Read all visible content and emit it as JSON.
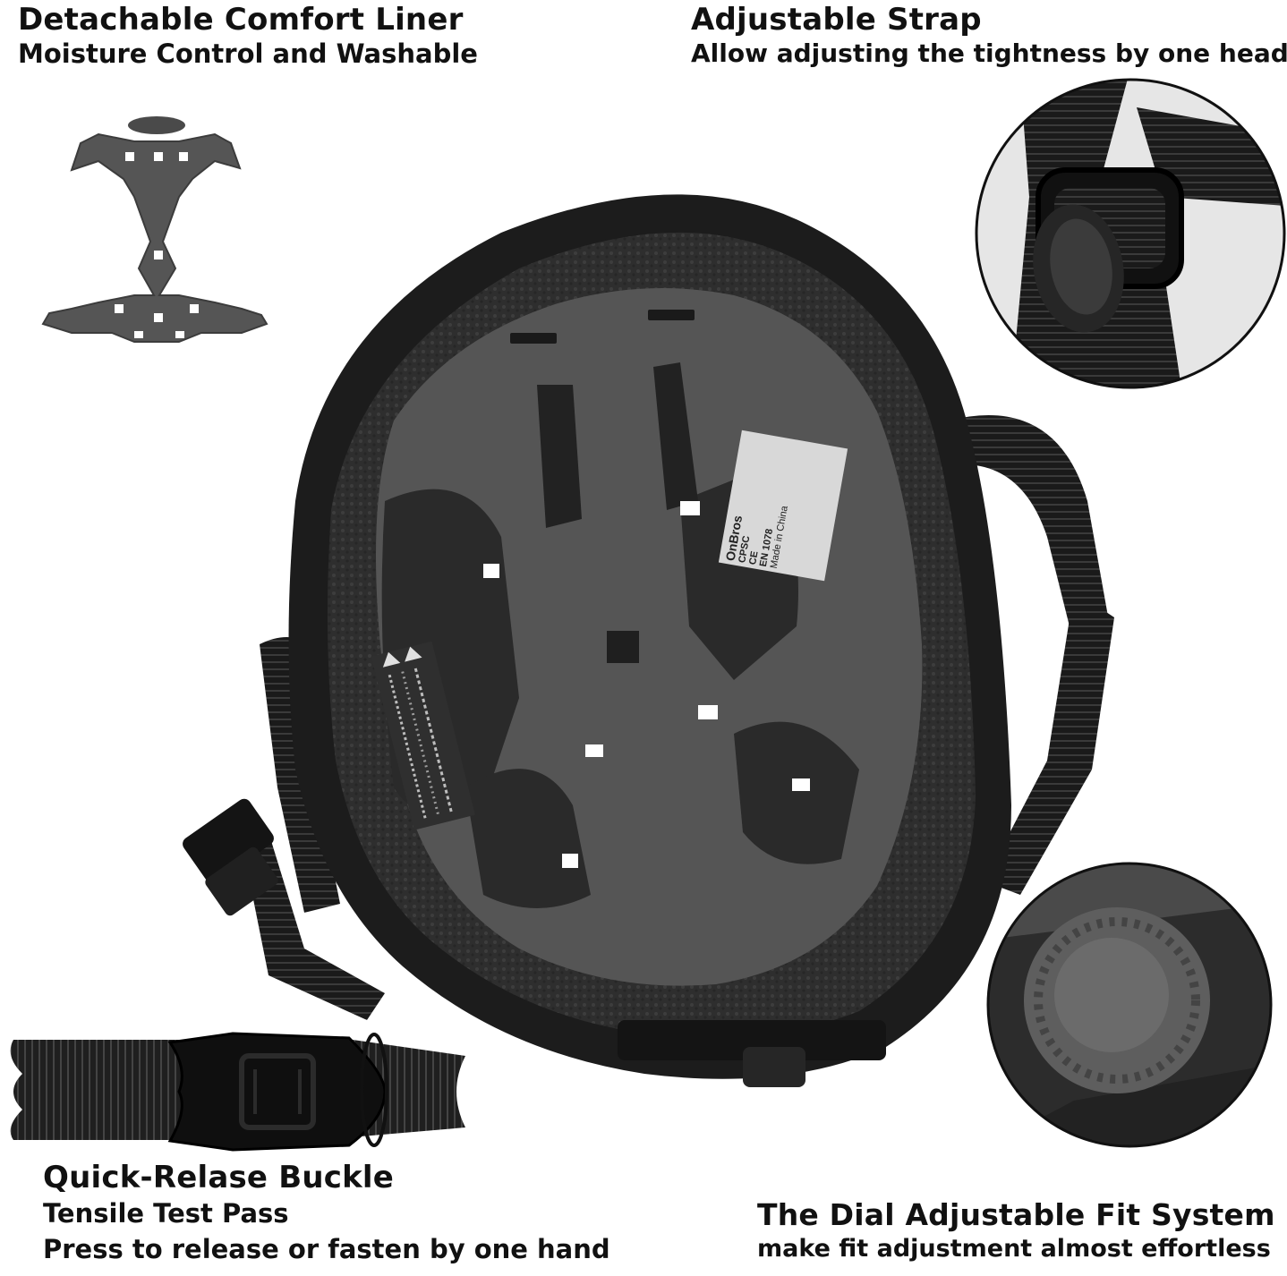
{
  "features": {
    "liner": {
      "title": "Detachable Comfort Liner",
      "subtitle": "Moisture Control and Washable"
    },
    "strap": {
      "title": "Adjustable Strap",
      "subtitle": "Allow adjusting the tightness by one head"
    },
    "buckle": {
      "title": "Quick-Relase Buckle",
      "line1": "Tensile Test Pass",
      "line2": "Press to release or fasten by one hand"
    },
    "dial": {
      "title": "The Dial Adjustable Fit System",
      "subtitle": "make fit adjustment almost effortless"
    }
  },
  "helmet_label": {
    "brand": "OnBros",
    "cert1": "CPSC",
    "cert2": "CE",
    "standard": "EN 1078",
    "origin": "Made in China"
  },
  "colors": {
    "background": "#ffffff",
    "text": "#111111",
    "helmet_shell": "#1c1c1c",
    "foam": "#3a3a3a",
    "pad": "#5a5a5a"
  }
}
